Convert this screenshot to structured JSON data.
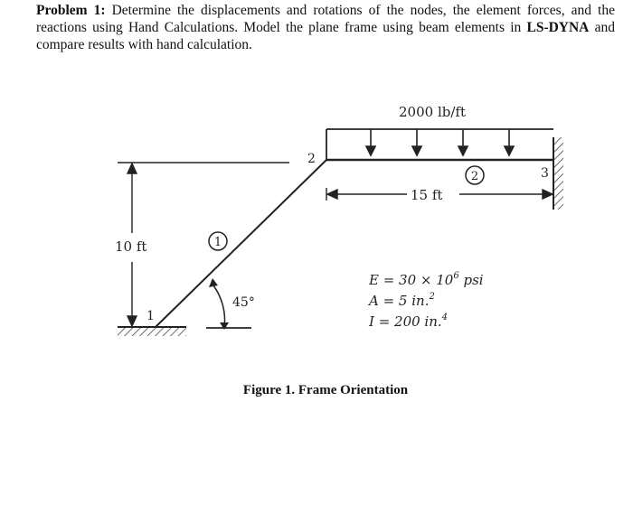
{
  "problem": {
    "label": "Problem 1:",
    "text_a": " Determine the displacements and rotations of the nodes, the element forces, and the reactions using Hand Calculations. Model the plane frame using beam elements in ",
    "software": "LS-DYNA",
    "text_b": " and compare results with hand calculation."
  },
  "figure": {
    "load": "2000 lb/ft",
    "span": "15 ft",
    "height": "10 ft",
    "angle": "45°",
    "nodes": [
      "1",
      "2",
      "3"
    ],
    "elements": [
      "1",
      "2"
    ],
    "props": {
      "E_prefix": "E = 30 × 10",
      "E_exp": "6",
      "E_unit": " psi",
      "A_prefix": "A = 5 in.",
      "A_exp": "2",
      "I_prefix": "I = 200 in.",
      "I_exp": "4"
    },
    "caption": "Figure 1. Frame Orientation"
  }
}
